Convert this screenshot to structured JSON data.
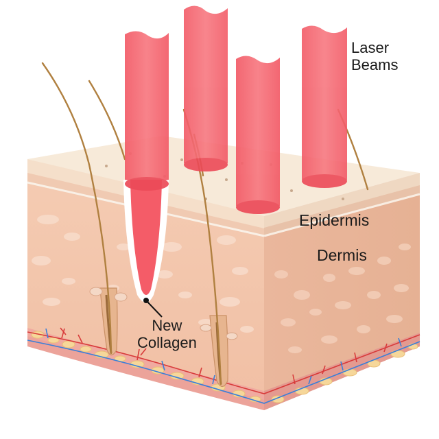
{
  "labels": {
    "laser_beams": [
      "Laser",
      "Beams"
    ],
    "epidermis": "Epidermis",
    "dermis": "Dermis",
    "new_collagen": [
      "New",
      "Collagen"
    ]
  },
  "layers": [
    "Epidermis",
    "Dermis"
  ],
  "colors": {
    "laser": "#f4606a",
    "epidermis_top": "#f6e6d4",
    "dermis": "#f3c9b0",
    "fat": "#f6d79a",
    "artery": "#d83a3a",
    "vein": "#3a7fd8",
    "hair": "#b08040"
  }
}
